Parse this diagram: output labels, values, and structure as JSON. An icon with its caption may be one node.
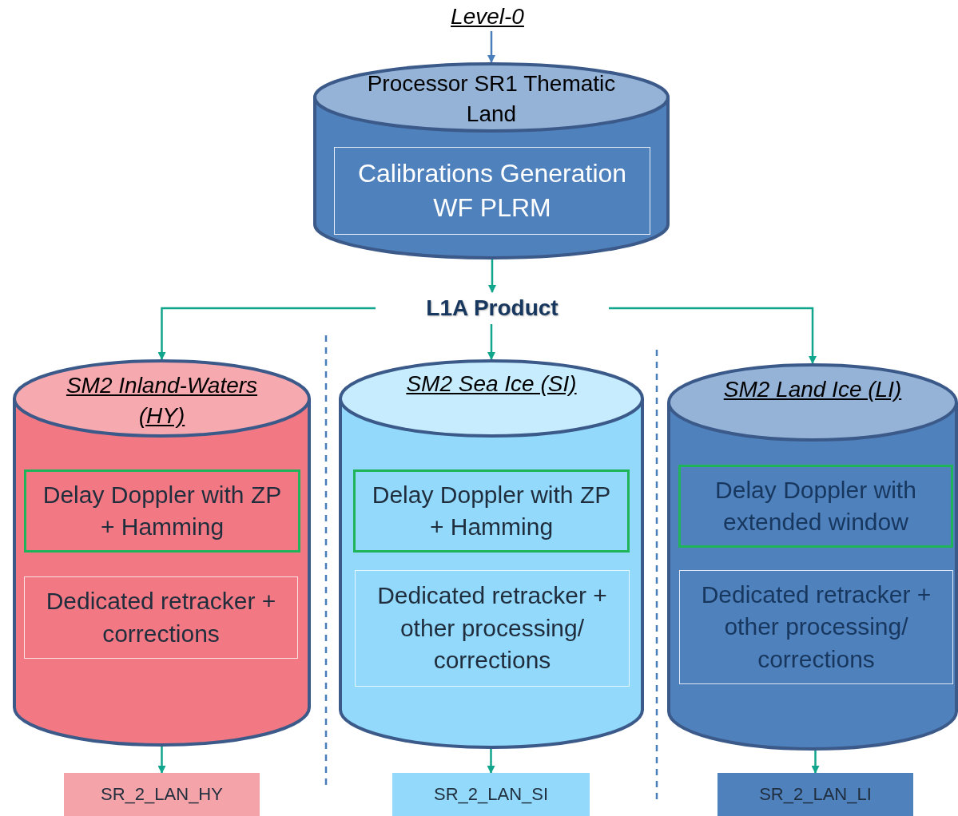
{
  "diagram": {
    "nodes": [
      {
        "text": [
          "Level-0"
        ]
      },
      {
        "text": [
          "Processor SR1 Thematic Land"
        ]
      },
      {
        "text": [
          "Calibrations Generation WF PLRM"
        ],
        "in": 1
      },
      {
        "text": [
          "L1A Product"
        ]
      },
      {
        "text": [
          "SM2 Inland-Waters (HY)"
        ]
      },
      {
        "text": [
          "Delay Doppler with ZP + Hamming"
        ],
        "in": 4
      },
      {
        "text": [
          "Dedicated retracker + corrections"
        ],
        "in": 4
      },
      {
        "text": [
          "SM2 Sea Ice (SI)"
        ]
      },
      {
        "text": [
          "Delay Doppler with ZP + Hamming"
        ],
        "in": 7
      },
      {
        "text": [
          "Dedicated retracker + other processing/ corrections"
        ],
        "in": 7
      },
      {
        "text": [
          "SM2 Land Ice (LI)"
        ]
      },
      {
        "text": [
          "Delay Doppler with extended window"
        ],
        "in": 10
      },
      {
        "text": [
          "Dedicated retracker + other processing/ corrections"
        ],
        "in": 10
      },
      {
        "text": [
          "SR_2_LAN_HY"
        ]
      },
      {
        "text": [
          "SR_2_LAN_SI"
        ]
      },
      {
        "text": [
          "SR_2_LAN_LI"
        ]
      }
    ],
    "edges": [
      {
        "from": 0,
        "to": 1,
        "arrow": "to",
        "color": "#4a7ebb"
      },
      {
        "from": 1,
        "to": 3,
        "arrow": "to"
      },
      {
        "from": 3,
        "to": 4,
        "arrow": "to"
      },
      {
        "from": 3,
        "to": 7,
        "arrow": "to"
      },
      {
        "from": 3,
        "to": 10,
        "arrow": "to"
      },
      {
        "from": 4,
        "to": 13,
        "arrow": "to"
      },
      {
        "from": 7,
        "to": 14,
        "arrow": "to"
      },
      {
        "from": 10,
        "to": 15,
        "arrow": "to"
      }
    ]
  }
}
